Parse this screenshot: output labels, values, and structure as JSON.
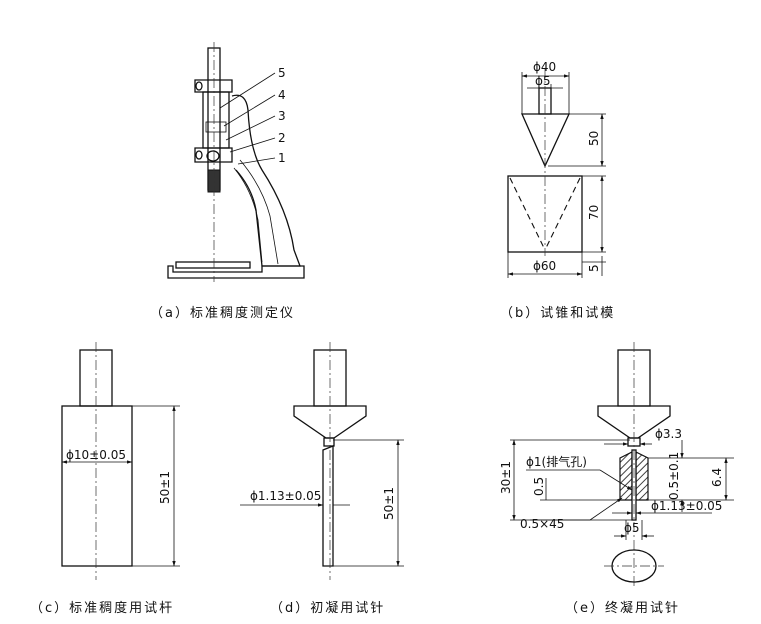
{
  "figures": {
    "a": {
      "caption": "（a）标准稠度测定仪",
      "callouts": [
        "5",
        "4",
        "3",
        "2",
        "1"
      ]
    },
    "b": {
      "caption": "（b）试锥和试模",
      "dims": {
        "top_dia": "ϕ40",
        "tip_dia": "ϕ5",
        "cone_height": "50",
        "mold_height": "70",
        "base_thk": "5",
        "mold_dia": "ϕ60"
      }
    },
    "c": {
      "caption": "（c）标准稠度用试杆",
      "dims": {
        "dia": "ϕ10±0.05",
        "length": "50±1"
      }
    },
    "d": {
      "caption": "（d）初凝用试针",
      "dims": {
        "dia": "ϕ1.13±0.05",
        "length": "50±1"
      }
    },
    "e": {
      "caption": "（e）终凝用试针",
      "dims": {
        "hole": "ϕ3.3",
        "total": "30±1",
        "vent": "ϕ1(排气孔)",
        "depth1": "0.5",
        "depth2": "0.5±0.1",
        "len": "6.4",
        "chamfer": "0.5×45",
        "needle": "ϕ1.13±0.05",
        "ring": "ϕ5"
      }
    }
  }
}
